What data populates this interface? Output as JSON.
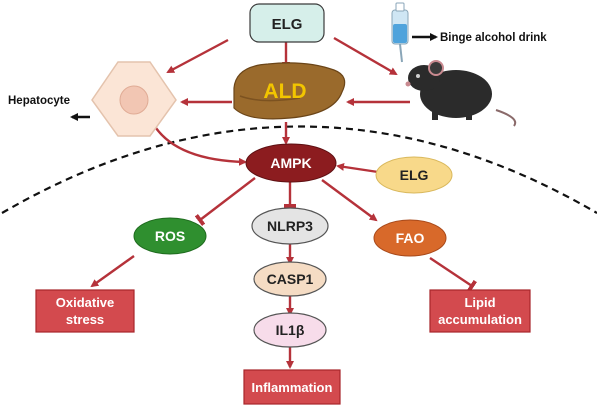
{
  "nodes": {
    "elg_top": "ELG",
    "ald": "ALD",
    "ampk": "AMPK",
    "elg_right": "ELG",
    "ros": "ROS",
    "nlrp3": "NLRP3",
    "fao": "FAO",
    "casp1": "CASP1",
    "il1b": "IL1β"
  },
  "outcomes": {
    "oxidative_line1": "Oxidative",
    "oxidative_line2": "stress",
    "lipid_line1": "Lipid",
    "lipid_line2": "accumulation",
    "inflammation": "Inflammation"
  },
  "labels": {
    "binge": "Binge alcohol drink",
    "hepatocyte": "Hepatocyte"
  },
  "colors": {
    "arrow": "#b5323a",
    "outcome_fill": "#d34a4e",
    "ampk_fill": "#8c1c1f",
    "ros_fill": "#2f8f2f",
    "fao_fill": "#d8692a",
    "elg_top_fill": "#d6efea",
    "elg_right_fill": "#f8d98a",
    "nlrp3_fill": "#e4e4e4",
    "casp1_fill": "#f5dcc4",
    "il1b_fill": "#f7dcea",
    "ald_liver": "#9a6a2c",
    "ald_text": "#f2c500"
  },
  "icons": [
    "liver-icon",
    "hepatocyte-cell-icon",
    "mouse-icon",
    "drink-bottle-icon"
  ]
}
